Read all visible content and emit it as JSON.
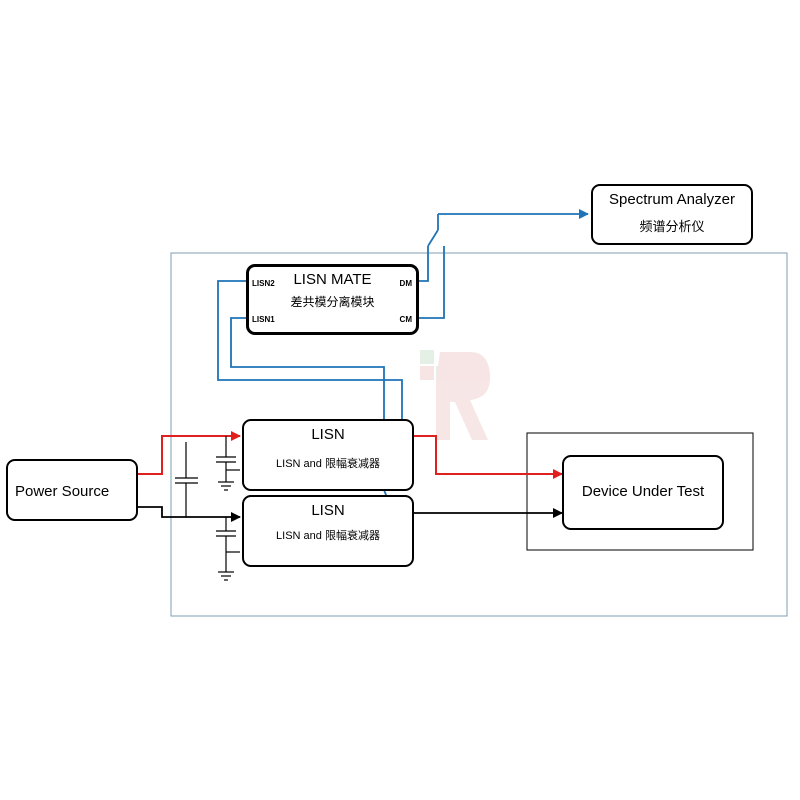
{
  "power_source": {
    "label": "Power Source"
  },
  "lisn_mate": {
    "title": "LISN MATE",
    "subtitle": "差共模分离模块",
    "port_lisn2": "LISN2",
    "port_lisn1": "LISN1",
    "port_dm": "DM",
    "port_cm": "CM"
  },
  "spectrum_analyzer": {
    "title": "Spectrum Analyzer",
    "subtitle": "频谱分析仪"
  },
  "lisn_top": {
    "title": "LISN",
    "subtitle": "LISN and 限幅衰减器"
  },
  "lisn_bottom": {
    "title": "LISN",
    "subtitle": "LISN and 限幅衰减器"
  },
  "dut": {
    "label": "Device Under Test"
  },
  "colors": {
    "line_hot": "#e0201e",
    "line_signal": "#1f73b7",
    "line_return": "#000000",
    "frame_border": "#7f9fb5",
    "box_border": "#000000"
  }
}
